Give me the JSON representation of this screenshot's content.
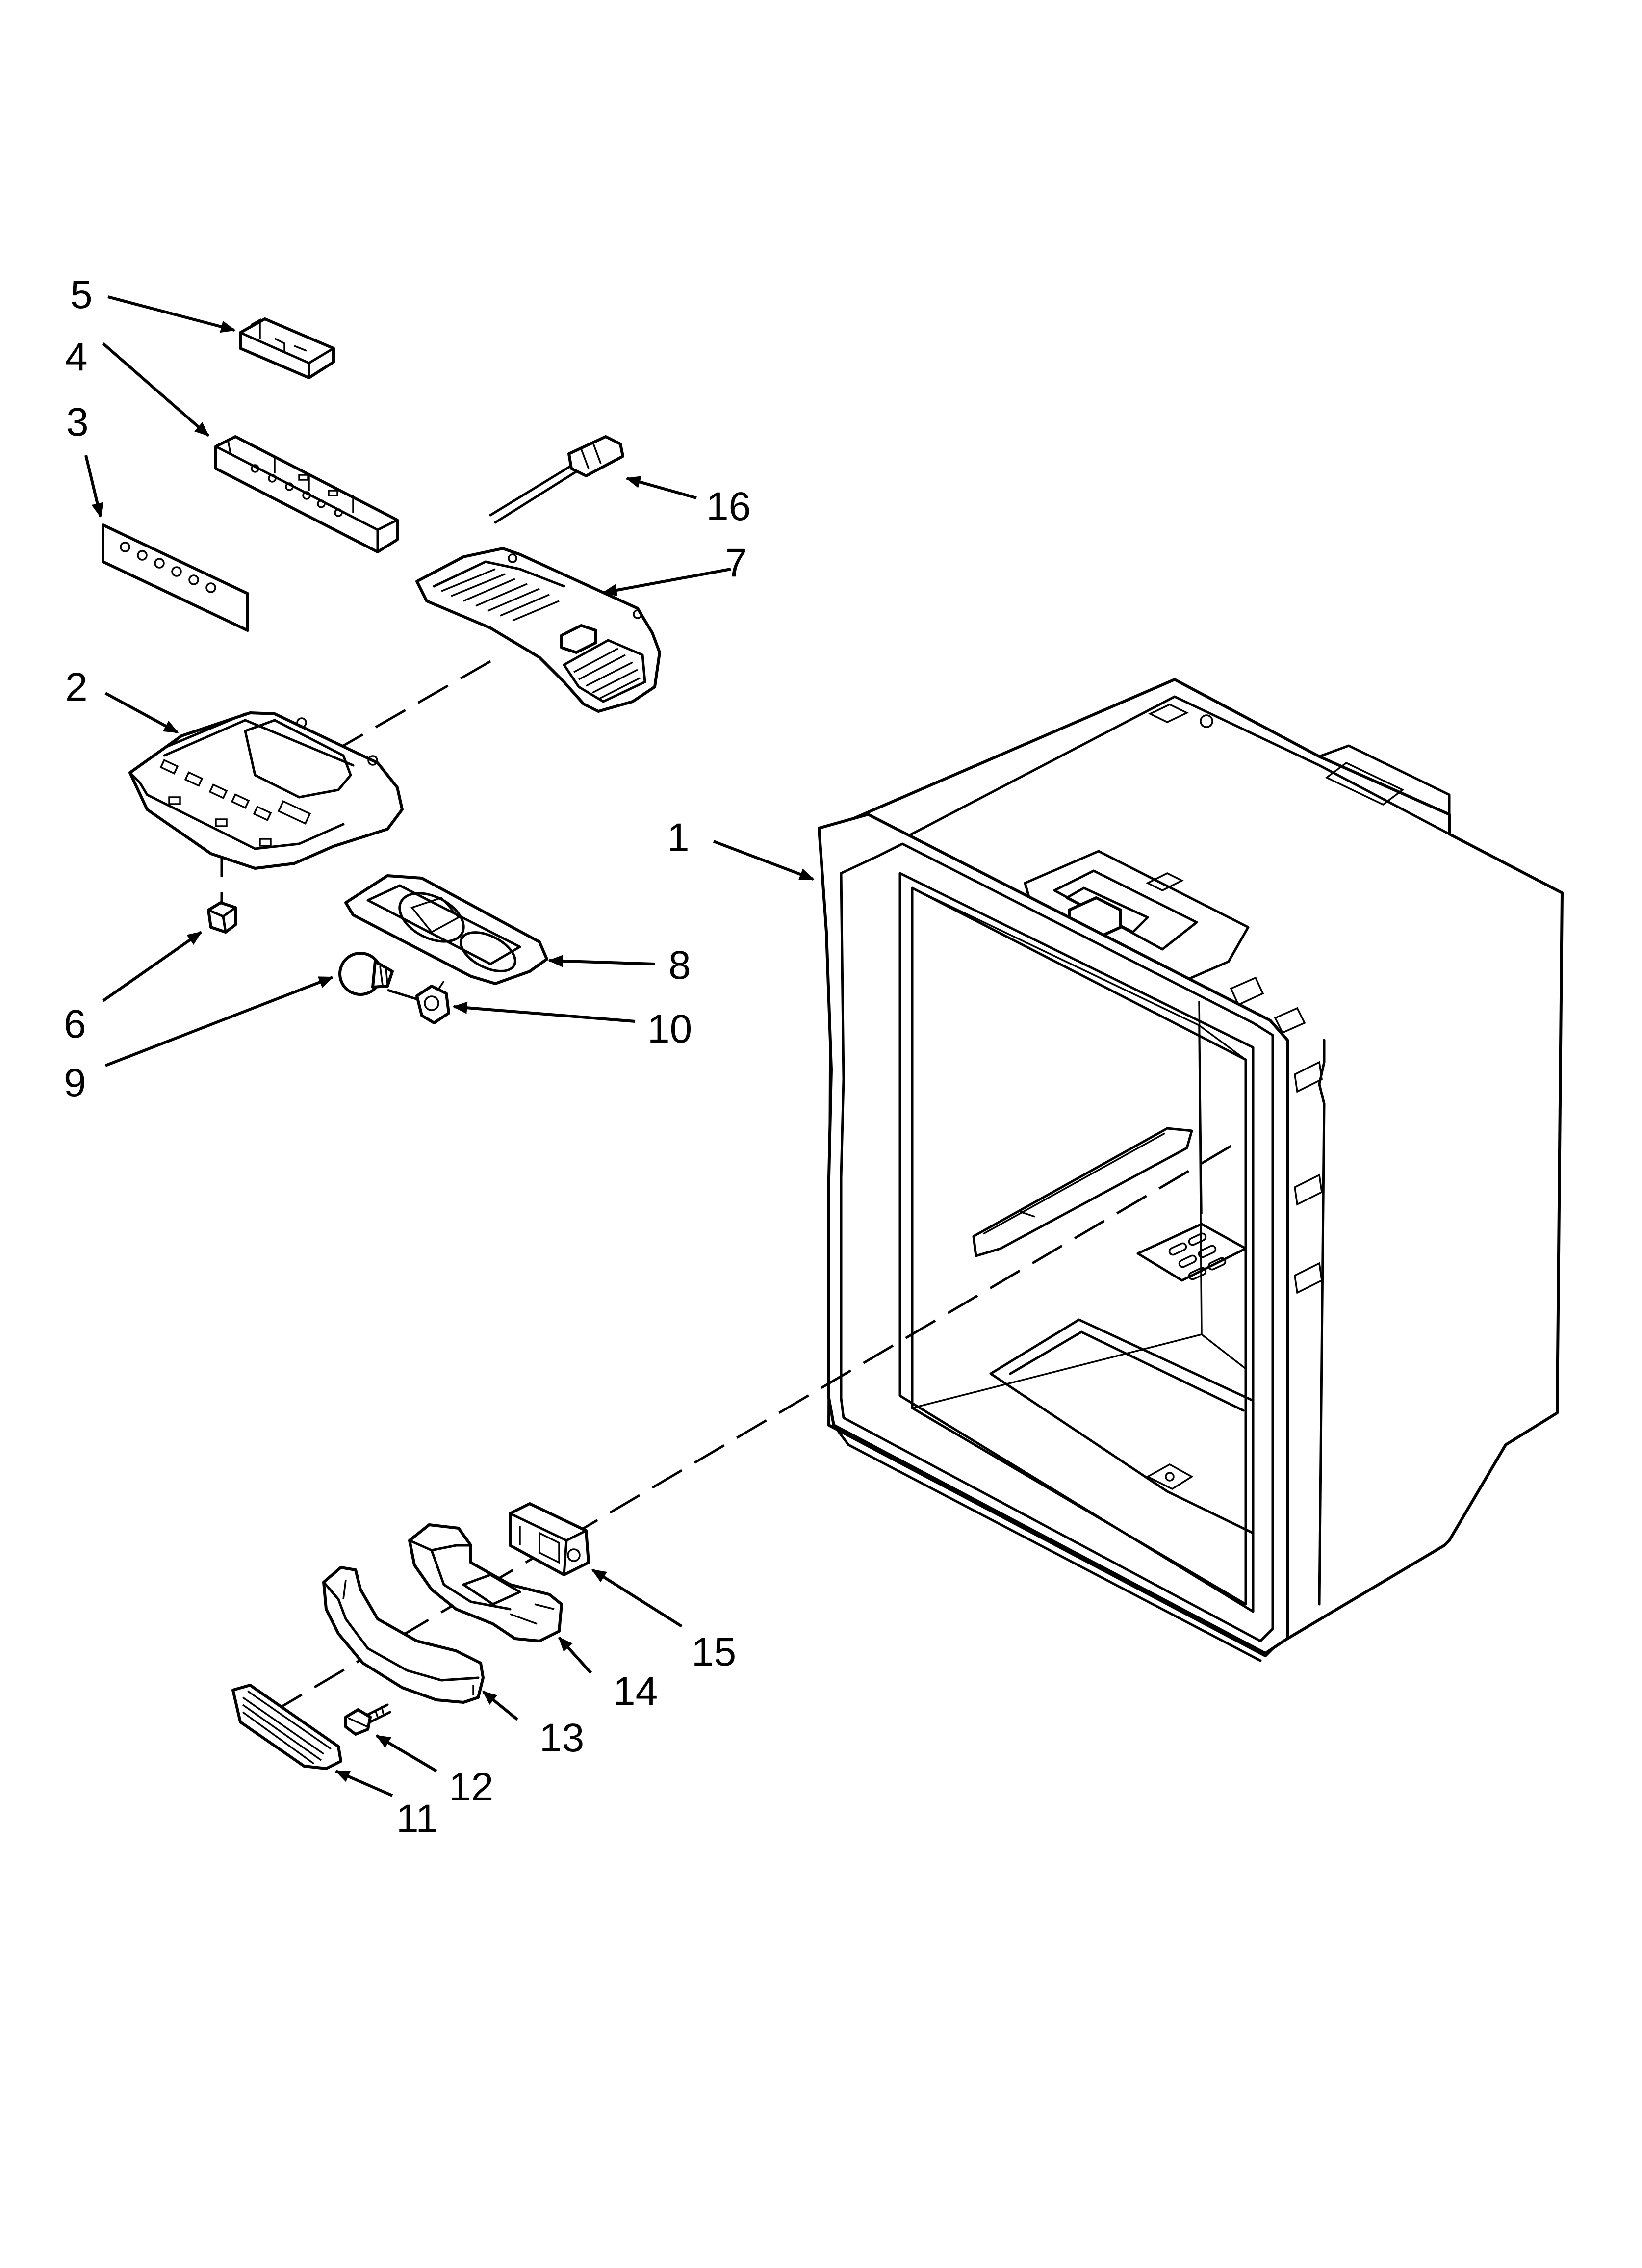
{
  "diagram": {
    "type": "exploded parts diagram",
    "callouts": [
      {
        "id": "1"
      },
      {
        "id": "2"
      },
      {
        "id": "3"
      },
      {
        "id": "4"
      },
      {
        "id": "5"
      },
      {
        "id": "6"
      },
      {
        "id": "7"
      },
      {
        "id": "8"
      },
      {
        "id": "9"
      },
      {
        "id": "10"
      },
      {
        "id": "11"
      },
      {
        "id": "12"
      },
      {
        "id": "13"
      },
      {
        "id": "14"
      },
      {
        "id": "15"
      },
      {
        "id": "16"
      }
    ]
  }
}
